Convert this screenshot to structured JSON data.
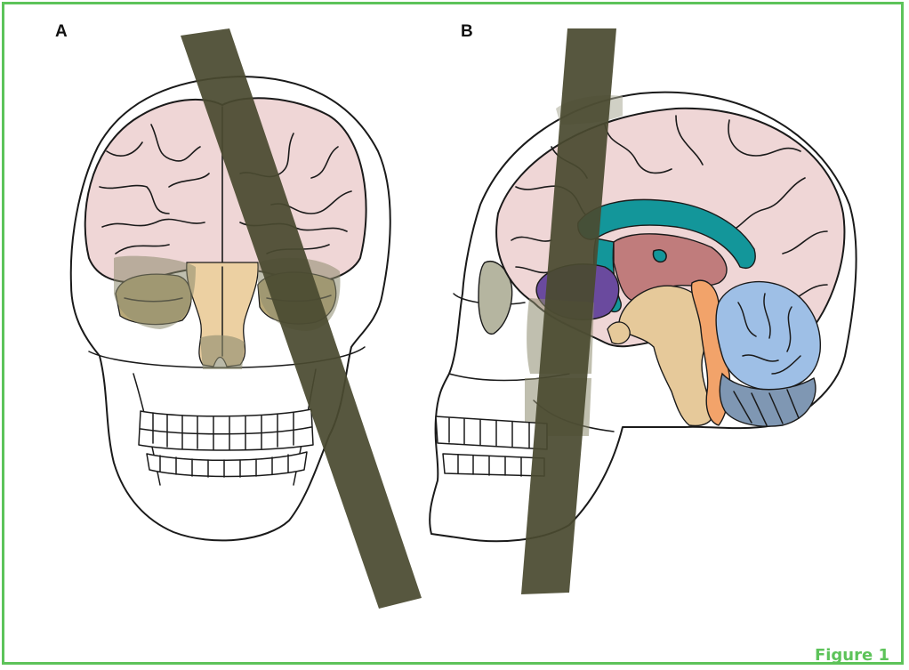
{
  "panels": {
    "a_label": "A",
    "b_label": "B"
  },
  "figure_label": "Figure 1",
  "colors": {
    "frame": "#5dc35a",
    "cerebrum": "#efd6d6",
    "nasal_region": "#ecd0a2",
    "rod": "#4a4a30",
    "ventricle": "#13969a",
    "thalamus": "#c07c7c",
    "frontal_damage": "#6a4a9e",
    "brainstem": "#e6c99a",
    "pons_medulla": "#f2a36a",
    "cerebellum": "#9ebfe6",
    "cerebellum_lower": "#7f97b3"
  }
}
